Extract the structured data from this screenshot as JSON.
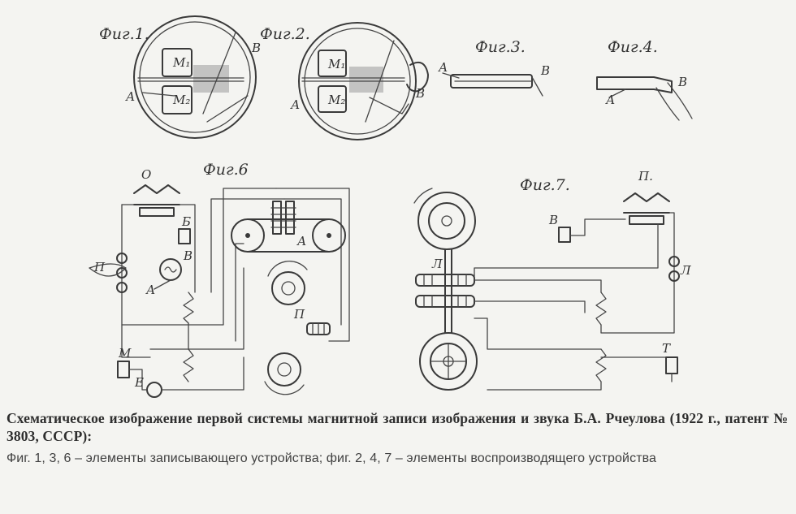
{
  "figure": {
    "fig1_label": "Фиг.1.",
    "fig2_label": "Фиг.2.",
    "fig3_label": "Фиг.3.",
    "fig4_label": "Фиг.4.",
    "fig6_label": "Фиг.6",
    "fig7_label": "Фиг.7.",
    "labels": {
      "A": "А",
      "B": "В",
      "M1": "М₁",
      "M2": "М₂",
      "O": "О",
      "P": "П",
      "P2": "П.",
      "B_cyr": "Б",
      "M": "М",
      "E": "Е",
      "L": "Л",
      "T": "Т",
      "Pi": "П"
    }
  },
  "caption": {
    "title": "Схематическое изображение первой системы магнитной записи изображения и звука Б.А. Рчеулова (1922 г., патент № 3803, СССР):",
    "subtitle": "Фиг. 1, 3, 6 – элементы записывающего устройства; фиг. 2, 4, 7 – элементы воспроизводящего устройства"
  }
}
